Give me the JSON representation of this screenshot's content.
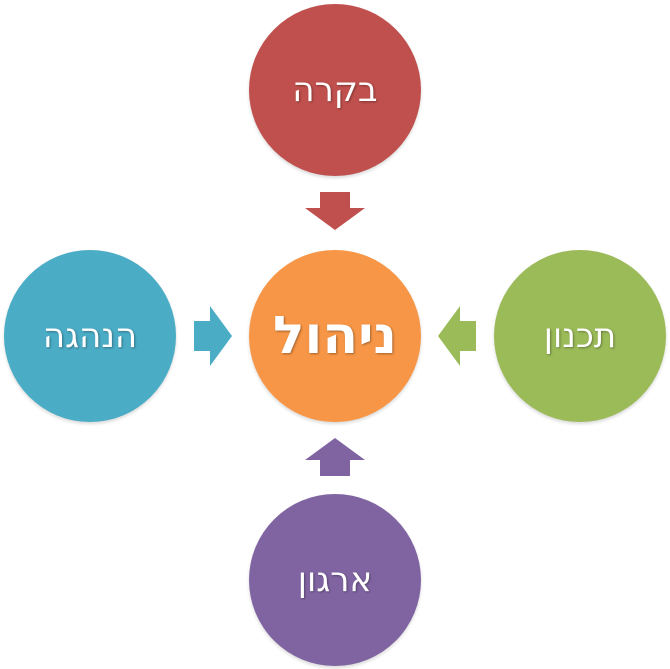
{
  "diagram": {
    "center": {
      "label": "ניהול",
      "color": "#F79646"
    },
    "top": {
      "label": "בקרה",
      "color": "#C0504D"
    },
    "right": {
      "label": "תכנון",
      "color": "#9BBB59"
    },
    "bottom": {
      "label": "ארגון",
      "color": "#8064A2"
    },
    "left": {
      "label": "הנהגה",
      "color": "#4BACC6"
    }
  }
}
